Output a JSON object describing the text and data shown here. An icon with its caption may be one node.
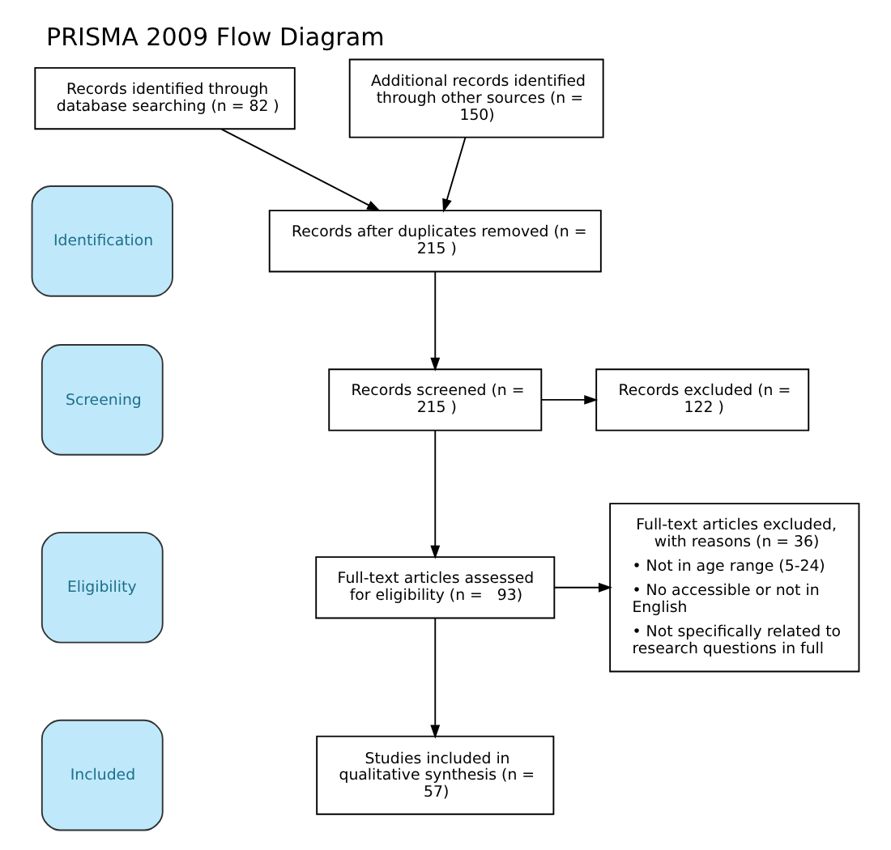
{
  "diagram": {
    "title": "PRISMA 2009 Flow Diagram",
    "nodes": [
      {
        "text": [
          "Identification"
        ]
      },
      {
        "text": [
          "Screening"
        ]
      },
      {
        "text": [
          "Eligibility"
        ]
      },
      {
        "text": [
          "Included"
        ]
      },
      {
        "text": [
          "Records identified through database searching (n = 82 )"
        ]
      },
      {
        "text": [
          "Additional records identified through other sources (n = 150)"
        ]
      },
      {
        "text": [
          "Records after duplicates removed (n = 215 )"
        ]
      },
      {
        "text": [
          "Records screened (n = 215 )"
        ]
      },
      {
        "text": [
          "Records excluded (n = 122 )"
        ]
      },
      {
        "text": [
          "Full-text articles assessed for eligibility (n =   93)"
        ]
      },
      {
        "text": [
          "Full-text articles excluded, with reasons (n = 36)",
          "• Not in age range (5-24)",
          "• No accessible or not in English",
          "• Not specifically related to research questions in full"
        ]
      },
      {
        "text": [
          "Studies included in qualitative synthesis (n =  57)"
        ]
      }
    ],
    "edges": [
      {
        "from": 4,
        "to": 6,
        "arrow": "to"
      },
      {
        "from": 5,
        "to": 6,
        "arrow": "to"
      },
      {
        "from": 6,
        "to": 7,
        "arrow": "to"
      },
      {
        "from": 7,
        "to": 8,
        "arrow": "to"
      },
      {
        "from": 7,
        "to": 9,
        "arrow": "to"
      },
      {
        "from": 9,
        "to": 11,
        "arrow": "to"
      },
      {
        "from": 9,
        "to": 10,
        "arrow": "to"
      }
    ]
  }
}
